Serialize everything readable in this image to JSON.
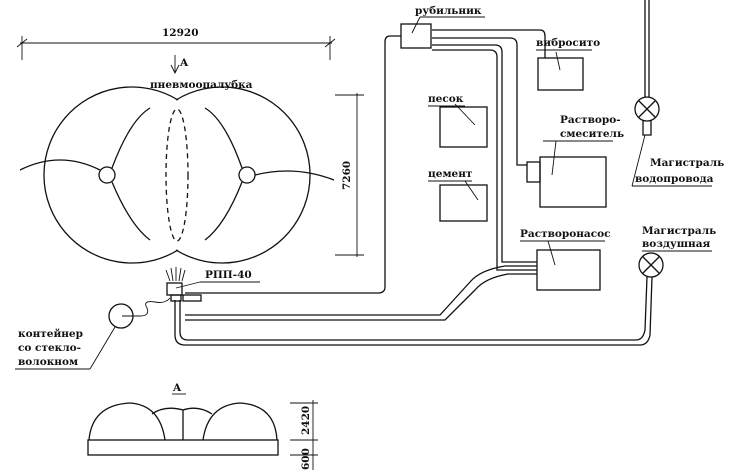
{
  "dimensions": {
    "width_total": "12920",
    "height_plan": "7260",
    "height_dome": "2420",
    "height_base": "600"
  },
  "section_mark": "A",
  "section_title": "A",
  "labels": {
    "formwork": "пневмоопалубка",
    "switch": "рубильник",
    "vibrosieve": "вибросито",
    "sand": "песок",
    "mixer_line1": "Растворо-",
    "mixer_line2": "смеситель",
    "cement": "цемент",
    "pump": "Растворонасос",
    "water_line1": "Магистраль",
    "water_line2": "водопровода",
    "air_line1": "Магистраль",
    "air_line2": "воздушная",
    "sprayer": "РПП-40",
    "container_line1": "контейнер",
    "container_line2": "со стекло-",
    "container_line3": "волокном"
  }
}
